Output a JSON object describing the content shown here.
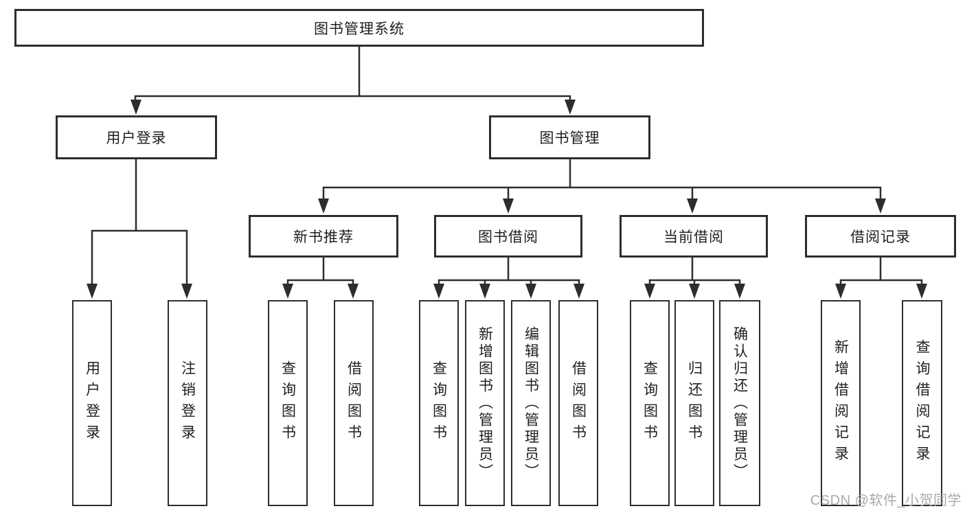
{
  "diagram": {
    "title": "图书管理系统",
    "branches": [
      {
        "label": "用户登录",
        "children": [
          {
            "label": "用户登录"
          },
          {
            "label": "注销登录"
          }
        ]
      },
      {
        "label": "图书管理",
        "children": [
          {
            "label": "新书推荐",
            "children": [
              {
                "label": "查询图书"
              },
              {
                "label": "借阅图书"
              }
            ]
          },
          {
            "label": "图书借阅",
            "children": [
              {
                "label": "查询图书"
              },
              {
                "label": "新增图书（管理员）"
              },
              {
                "label": "编辑图书（管理员）"
              },
              {
                "label": "借阅图书"
              }
            ]
          },
          {
            "label": "当前借阅",
            "children": [
              {
                "label": "查询图书"
              },
              {
                "label": "归还图书"
              },
              {
                "label": "确认归还（管理员）"
              }
            ]
          },
          {
            "label": "借阅记录",
            "children": [
              {
                "label": "新增借阅记录"
              },
              {
                "label": "查询借阅记录"
              }
            ]
          }
        ]
      }
    ]
  },
  "watermark": {
    "text": "CSDN @软件_小贺同学"
  },
  "colors": {
    "line": "#2d2d2d",
    "box_border": "#2d2d2d",
    "text": "#1f1f1f",
    "watermark": "#a9a9a9",
    "background": "#ffffff"
  }
}
